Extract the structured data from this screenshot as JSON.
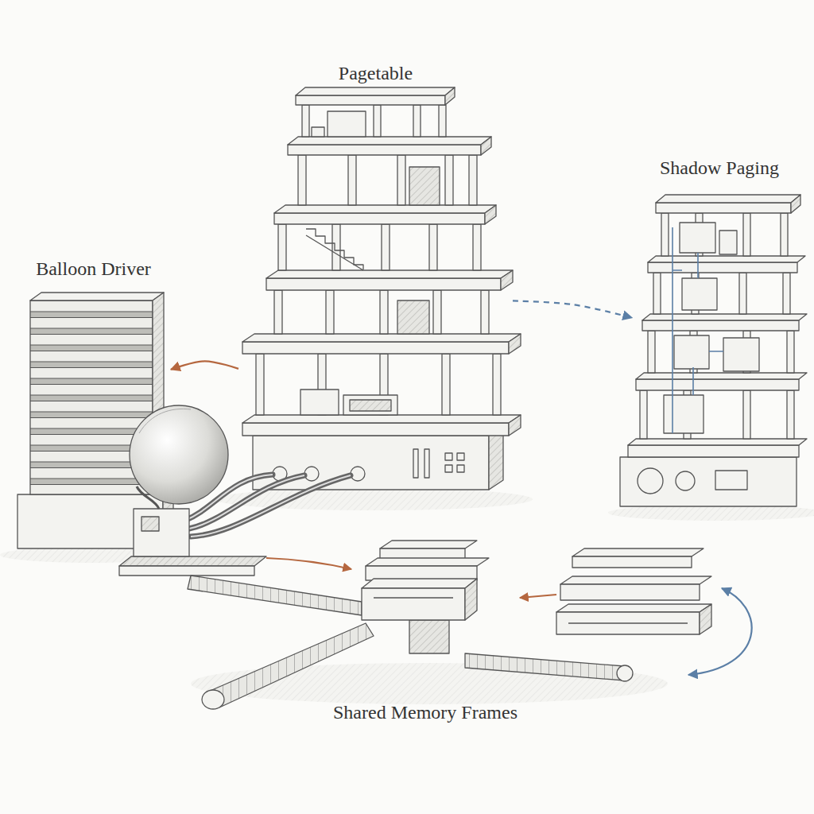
{
  "diagram": {
    "nodes": [
      {
        "text": [
          "Pagetable"
        ]
      },
      {
        "text": [
          "Shadow Paging"
        ]
      },
      {
        "text": [
          "Balloon Driver"
        ]
      },
      {
        "text": [
          "Shared Memory Frames"
        ]
      }
    ],
    "edges": [
      {
        "from": 0,
        "to": 2,
        "arrow": "to"
      },
      {
        "from": 0,
        "to": 1,
        "arrow": "to"
      }
    ]
  }
}
